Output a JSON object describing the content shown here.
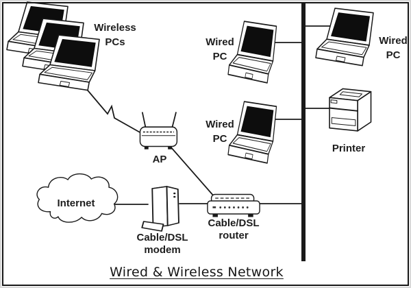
{
  "diagram": {
    "title": "Wired & Wireless Network",
    "nodes": {
      "wireless_pcs": {
        "label_lines": [
          "Wireless",
          "PCs"
        ],
        "device": "laptop-group",
        "count": 3
      },
      "ap": {
        "label": "AP",
        "device": "access-point"
      },
      "internet": {
        "label": "Internet",
        "device": "cloud"
      },
      "modem": {
        "label_lines": [
          "Cable/DSL",
          "modem"
        ],
        "device": "modem-tower"
      },
      "router": {
        "label_lines": [
          "Cable/DSL",
          "router"
        ],
        "device": "router-box"
      },
      "wired_pc_top": {
        "label_lines": [
          "Wired",
          "PC"
        ],
        "device": "laptop"
      },
      "wired_pc_bottom": {
        "label_lines": [
          "Wired",
          "PC"
        ],
        "device": "laptop"
      },
      "wired_pc_right": {
        "label_lines": [
          "Wired",
          "PC"
        ],
        "device": "laptop"
      },
      "printer": {
        "label": "Printer",
        "device": "laser-printer"
      }
    },
    "connections": [
      {
        "from": "wireless_pcs",
        "to": "ap",
        "style": "wireless-zigzag"
      },
      {
        "from": "ap",
        "to": "router",
        "style": "line"
      },
      {
        "from": "internet",
        "to": "modem",
        "style": "line"
      },
      {
        "from": "modem",
        "to": "router",
        "style": "line"
      },
      {
        "from": "router",
        "to": "backbone",
        "style": "line"
      },
      {
        "from": "wired_pc_top",
        "to": "backbone",
        "style": "line"
      },
      {
        "from": "wired_pc_bottom",
        "to": "backbone",
        "style": "line"
      },
      {
        "from": "backbone",
        "to": "wired_pc_right",
        "style": "line"
      },
      {
        "from": "backbone",
        "to": "printer",
        "style": "line"
      }
    ],
    "colors": {
      "ink": "#1a1a1a",
      "screen": "#0d0d0d",
      "background": "#ffffff"
    }
  }
}
